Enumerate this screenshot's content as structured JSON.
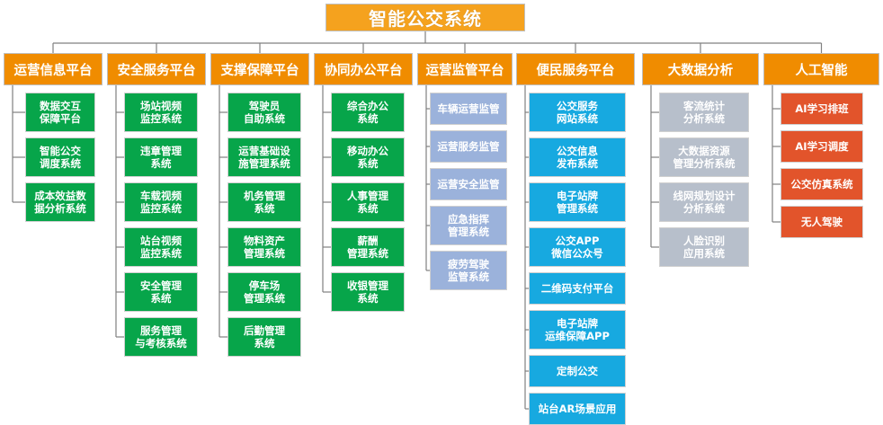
{
  "diagram": {
    "title": "智能公交系统",
    "colors": {
      "root": "#F5A21E",
      "header": "#F08C00",
      "green": "#07A54A",
      "blue": "#9BB2DB",
      "cyan": "#17A9E0",
      "gray": "#B7BFCB",
      "orange": "#E2542B",
      "connector": "#808080"
    },
    "columns": [
      {
        "header": "运营信息平台",
        "color": "green",
        "items": [
          "数据交互\n保障平台",
          "智能公交\n调度系统",
          "成本效益数\n据分析系统"
        ]
      },
      {
        "header": "安全服务平台",
        "color": "green",
        "items": [
          "场站视频\n监控系统",
          "违章管理\n系统",
          "车载视频\n监控系统",
          "站台视频\n监控系统",
          "安全管理\n系统",
          "服务管理\n与考核系统"
        ]
      },
      {
        "header": "支撑保障平台",
        "color": "green",
        "items": [
          "驾驶员\n自助系统",
          "运营基础设\n施管理系统",
          "机务管理\n系统",
          "物料资产\n管理系统",
          "停车场\n管理系统",
          "后勤管理\n系统"
        ]
      },
      {
        "header": "协同办公平台",
        "color": "green",
        "items": [
          "综合办公\n系统",
          "移动办公\n系统",
          "人事管理\n系统",
          "薪酬\n管理系统",
          "收银管理\n系统"
        ]
      },
      {
        "header": "运营监管平台",
        "color": "blue",
        "items": [
          "车辆运营监管",
          "运营服务监管",
          "运营安全监管",
          "应急指挥\n管理系统",
          "疲劳驾驶\n监管系统"
        ]
      },
      {
        "header": "便民服务平台",
        "color": "cyan",
        "items": [
          "公交服务\n网站系统",
          "公交信息\n发布系统",
          "电子站牌\n管理系统",
          "公交APP\n微信公众号",
          "二维码支付平台",
          "电子站牌\n运维保障APP",
          "定制公交",
          "站台AR场景应用"
        ]
      },
      {
        "header": "大数据分析",
        "color": "gray",
        "items": [
          "客流统计\n分析系统",
          "大数据资源\n管理分析系统",
          "线网规划设计\n分析系统",
          "人脸识别\n应用系统"
        ]
      },
      {
        "header": "人工智能",
        "color": "orange",
        "items": [
          "AI学习排班",
          "AI学习调度",
          "公交仿真系统",
          "无人驾驶"
        ]
      }
    ]
  }
}
